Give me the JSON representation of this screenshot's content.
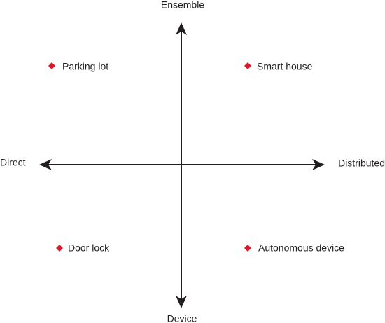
{
  "axes": {
    "top_label": "Ensemble",
    "bottom_label": "Device",
    "left_label": "Direct",
    "right_label": "Distributed"
  },
  "quadrant_items": [
    {
      "label": "Parking lot",
      "quadrant": "top-left"
    },
    {
      "label": "Smart house",
      "quadrant": "top-right"
    },
    {
      "label": "Door lock",
      "quadrant": "bottom-left"
    },
    {
      "label": "Autonomous device",
      "quadrant": "bottom-right"
    }
  ],
  "colors": {
    "axis": "#231f20",
    "marker": "#d7182a",
    "text": "#231f20"
  }
}
